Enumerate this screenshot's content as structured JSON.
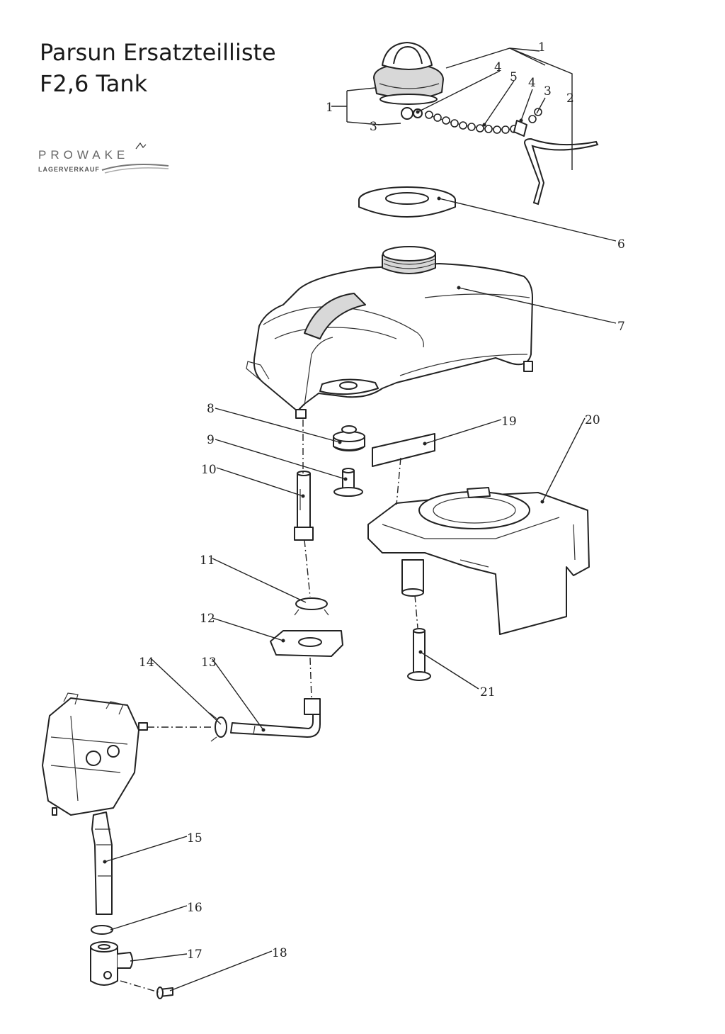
{
  "header": {
    "title_line1": "Parsun Ersatzteilliste",
    "title_line2": "F2,6 Tank"
  },
  "logo": {
    "wordmark": "PROWAKE",
    "tagline": "LAGERVERKAUF"
  },
  "callouts": [
    {
      "id": "c1a",
      "label": "1"
    },
    {
      "id": "c1b",
      "label": "1"
    },
    {
      "id": "c2",
      "label": "2"
    },
    {
      "id": "c3a",
      "label": "3"
    },
    {
      "id": "c3b",
      "label": "3"
    },
    {
      "id": "c4a",
      "label": "4"
    },
    {
      "id": "c4b",
      "label": "4"
    },
    {
      "id": "c5",
      "label": "5"
    },
    {
      "id": "c6",
      "label": "6"
    },
    {
      "id": "c7",
      "label": "7"
    },
    {
      "id": "c8",
      "label": "8"
    },
    {
      "id": "c9",
      "label": "9"
    },
    {
      "id": "c10",
      "label": "10"
    },
    {
      "id": "c11",
      "label": "11"
    },
    {
      "id": "c12",
      "label": "12"
    },
    {
      "id": "c13",
      "label": "13"
    },
    {
      "id": "c14",
      "label": "14"
    },
    {
      "id": "c15",
      "label": "15"
    },
    {
      "id": "c16",
      "label": "16"
    },
    {
      "id": "c17",
      "label": "17"
    },
    {
      "id": "c18",
      "label": "18"
    },
    {
      "id": "c19",
      "label": "19"
    },
    {
      "id": "c20",
      "label": "20"
    },
    {
      "id": "c21",
      "label": "21"
    }
  ]
}
